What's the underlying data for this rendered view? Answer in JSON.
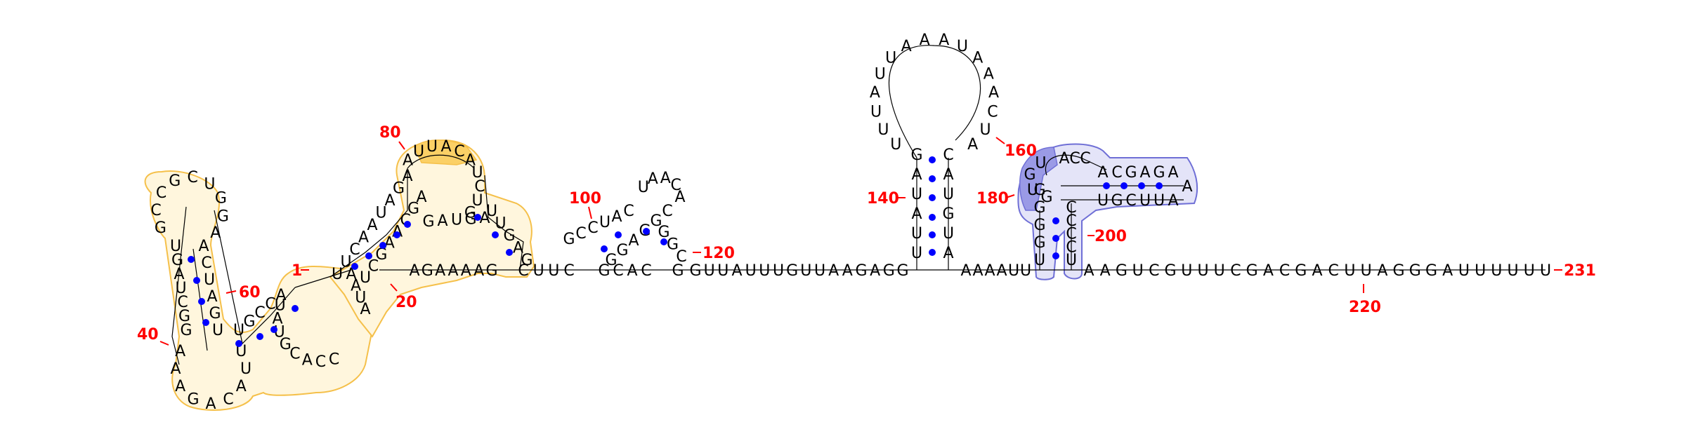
{
  "diagram": {
    "type": "rna-secondary-structure",
    "length_label": "231",
    "colors": {
      "nucleotide": "#000000",
      "pair_dot": "#0000ff",
      "position_label": "#ff0000",
      "highlight_yellow_stroke": "#f5c04a",
      "highlight_yellow_fill": "#fbd066",
      "highlight_blue_stroke": "#6f6fd6",
      "highlight_blue_fill": "#c9c9f2"
    },
    "position_labels": [
      "1",
      "20",
      "40",
      "60",
      "80",
      "100",
      "120",
      "140",
      "160",
      "180",
      "200",
      "220",
      "231"
    ],
    "tail_sequence": "GUUAUUUGUUAAGAGG",
    "tail_3prime": "AAGUCGUUUCGACGACUUAGGGAUUUUUU",
    "hairpin_loop_140": "UUUAUUAAAUAAACUA",
    "hairpin_180_top": "ACGAGA",
    "hairpin_180_bottom": "UGCUUA",
    "linker_5prime": "AGAAAAG"
  }
}
